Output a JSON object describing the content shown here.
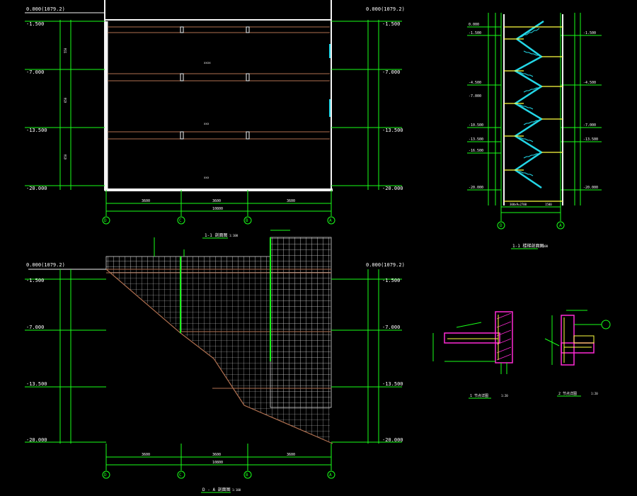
{
  "colors": {
    "background": "#000000",
    "dim": "#19ff19",
    "grid": "#ffffff",
    "wall": "#f5f5f5",
    "floor": "#b07050",
    "stair": "#23d6e6",
    "hatch": "#d8d8d8",
    "magenta": "#ff2bd6",
    "yellow": "#ffff40",
    "text": "#ffffff"
  },
  "section_1": {
    "top_left_label": "0.000(1079.2)",
    "top_right_label": "0.000(1079.2)",
    "levels": [
      "-1.500",
      "-7.000",
      "-13.500",
      "-20.000"
    ],
    "axes": [
      "D",
      "C",
      "B",
      "A"
    ],
    "dims_left": [
      "550",
      "650",
      "650"
    ],
    "dims_bottom": [
      "3600",
      "3600",
      "3600"
    ],
    "dim_total": "10800",
    "room_labels": [
      "xxxx",
      "xxx",
      "xxx"
    ],
    "title": "1-1 剖面图",
    "scale": "1:100"
  },
  "section_2": {
    "top_left_label": "0.000(1079.2)",
    "top_right_label": "0.000(1079.2)",
    "levels": [
      "-1.500",
      "-7.000",
      "-13.500",
      "-20.000"
    ],
    "axes": [
      "D",
      "C",
      "B",
      "A"
    ],
    "dims_bottom": [
      "3600",
      "3600",
      "3600"
    ],
    "dim_total": "10800",
    "title": "D - A 剖面图",
    "scale": "1:100"
  },
  "stair_section": {
    "levels_left": [
      "0.000",
      "-1.500",
      "-4.500",
      "-7.000",
      "-10.500",
      "-13.500",
      "-16.500",
      "-20.000"
    ],
    "levels_right": [
      "-1.500",
      "-4.500",
      "-7.000",
      "-13.500",
      "-20.000"
    ],
    "dims_bottom": [
      "300x9=2700",
      "1500"
    ],
    "axes": [
      "D",
      "A"
    ],
    "title": "1-1 楼梯剖面图",
    "scale": "1:100"
  },
  "detail_1": {
    "title": "1 节点详图",
    "scale": "1:20"
  },
  "detail_2": {
    "title": "2 节点详图",
    "scale": "1:20"
  }
}
